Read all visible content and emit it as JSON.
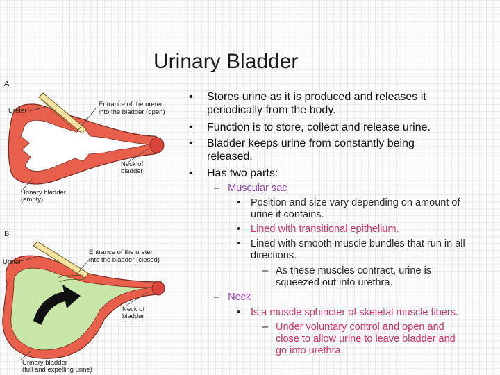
{
  "slide": {
    "title": "Urinary Bladder"
  },
  "figure": {
    "a": {
      "letter": "A",
      "ureter": "Ureter",
      "entrance_line1": "Entrance of the ureter",
      "entrance_line2": "into the bladder (open)",
      "neck_line1": "Neck of",
      "neck_line2": "bladder",
      "bladder_line1": "Urinary bladder",
      "bladder_line2": "(empty)"
    },
    "b": {
      "letter": "B",
      "ureter": "Ureter",
      "entrance_line1": "Entrance of the ureter",
      "entrance_line2": "into the bladder (closed)",
      "neck_line1": "Neck of",
      "neck_line2": "bladder",
      "bladder_line1": "Urinary bladder",
      "bladder_line2": "(full and expelling urine)"
    }
  },
  "bullets": {
    "b1": {
      "marker": "•",
      "line1": "Stores urine as it is produced and releases it",
      "line2": "periodically from the body."
    },
    "b2": {
      "marker": "•",
      "line1": "Function is to store, collect and release urine."
    },
    "b3": {
      "marker": "•",
      "line1": "Bladder keeps urine from constantly being",
      "line2": "released."
    },
    "b4": {
      "marker": "•",
      "line1": "Has two parts:"
    }
  },
  "sub": {
    "muscular": {
      "dash": "–",
      "label": "Muscular sac",
      "items": [
        {
          "marker": "•",
          "line1": "Position and size vary depending on amount of",
          "line2": "urine it contains."
        },
        {
          "marker": "•",
          "line1": "Lined with transitional epithelium."
        },
        {
          "marker": "•",
          "line1": "Lined with smooth muscle bundles that run in all",
          "line2": "directions."
        }
      ],
      "nested": {
        "dash": "–",
        "line1": "As these muscles contract, urine is",
        "line2": "squeezed out into urethra."
      }
    },
    "neck": {
      "dash": "–",
      "label": "Neck",
      "item": {
        "marker": "•",
        "line1": "Is a muscle sphincter of skeletal muscle fibers."
      },
      "nested": {
        "dash": "–",
        "line1": "Under voluntary control and open and",
        "line2": "close to allow urine to leave bladder and",
        "line3": "go into urethra."
      }
    }
  }
}
